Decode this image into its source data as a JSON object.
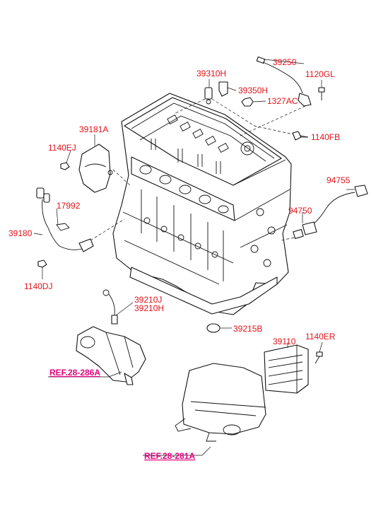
{
  "colors": {
    "part_label": "#e2131a",
    "reference_label": "#e3007e",
    "line_art": "#111111"
  },
  "labels": {
    "p39250": "39250",
    "p1120GL": "1120GL",
    "p39310H": "39310H",
    "p39350H": "39350H",
    "p1327AC": "1327AC",
    "p39181A": "39181A",
    "p1140FB": "1140FB",
    "p1140EJ": "1140EJ",
    "p94755": "94755",
    "p17992": "17992",
    "p94750": "94750",
    "p39180": "39180",
    "p1140DJ": "1140DJ",
    "p39210J": "39210J",
    "p39210H": "39210H",
    "p39215B": "39215B",
    "p39110": "39110",
    "p1140ER": "1140ER"
  },
  "references": {
    "ref_286A": "REF.28-286A",
    "ref_281A": "REF.28-281A"
  }
}
